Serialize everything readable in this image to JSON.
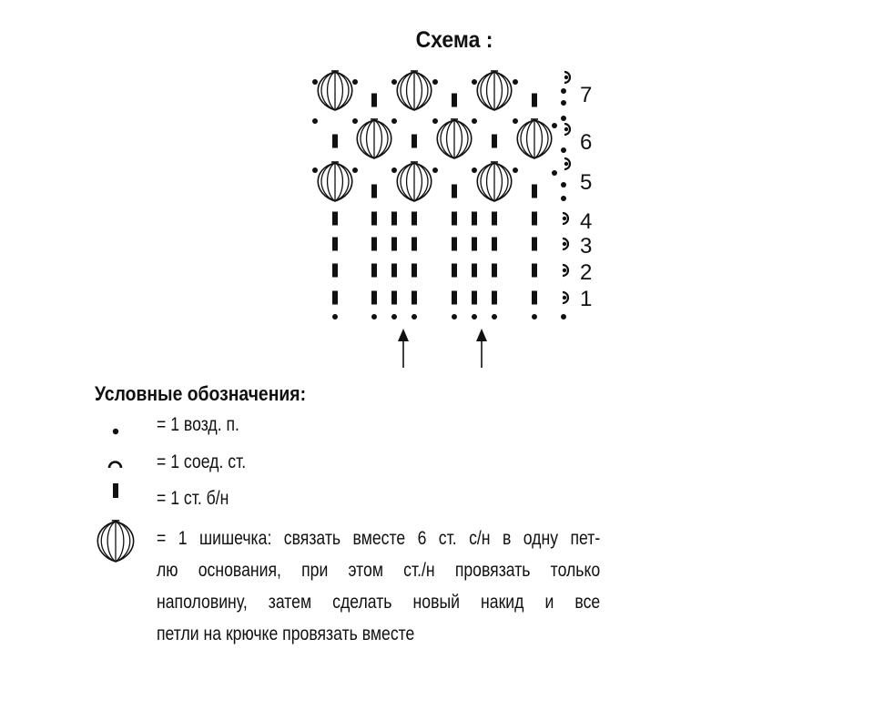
{
  "diagram": {
    "title": "Схема :",
    "row_numbers": [
      "1",
      "2",
      "3",
      "4",
      "5",
      "6",
      "7"
    ]
  },
  "legend": {
    "heading": "Условные обозначения:",
    "items": [
      {
        "symbol": "chain-stitch",
        "text": "= 1 возд. п."
      },
      {
        "symbol": "slip-stitch",
        "text": "= 1 соед. ст."
      },
      {
        "symbol": "single-crochet",
        "text": "= 1 ст. б/н"
      },
      {
        "symbol": "bobble-stitch",
        "lines": [
          "= 1 шишечка: связать вместе 6 ст. с/н в одну пет-",
          "лю основания, при этом ст./н провязать только",
          "наполовину, затем сделать новый накид и все",
          "петли на крючке провязать вместе"
        ]
      }
    ]
  }
}
